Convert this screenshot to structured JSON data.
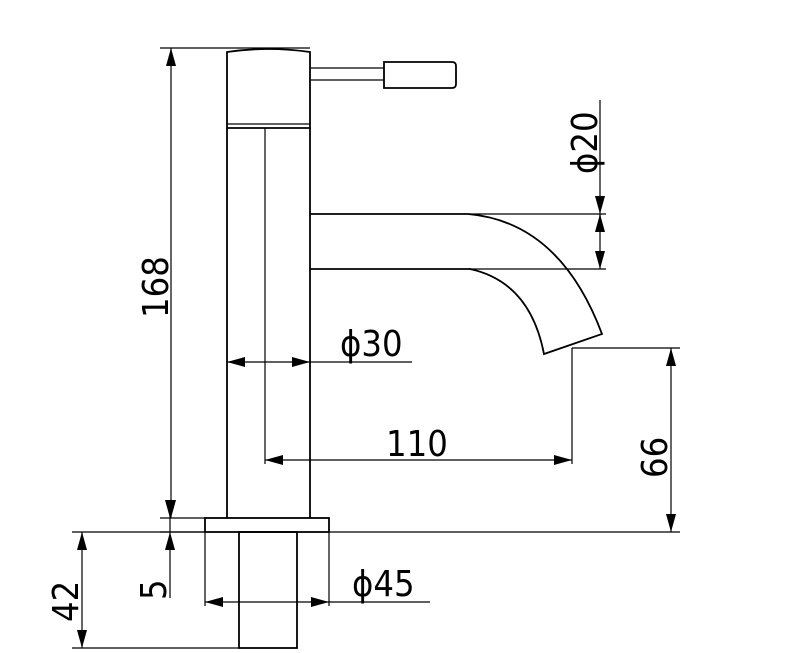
{
  "drawing": {
    "dimensions": {
      "total_height": "168",
      "spout_diameter": "ϕ20",
      "body_diameter": "ϕ30",
      "spout_reach": "110",
      "spout_height": "66",
      "base_diameter": "ϕ45",
      "base_plate_thickness": "5",
      "shank_length": "42"
    }
  }
}
